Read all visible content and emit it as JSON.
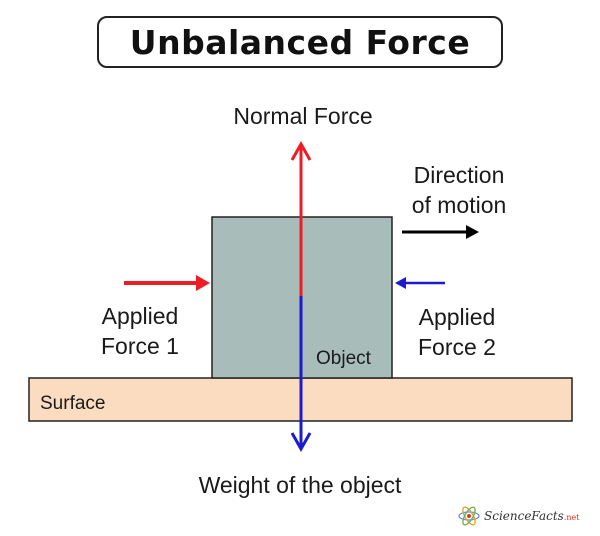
{
  "title": "Unbalanced Force",
  "labels": {
    "normal_force": "Normal Force",
    "direction_line1": "Direction",
    "direction_line2": "of motion",
    "applied_left_line1": "Applied",
    "applied_left_line2": "Force 1",
    "applied_right_line1": "Applied",
    "applied_right_line2": "Force 2",
    "object": "Object",
    "surface": "Surface",
    "weight": "Weight of the object"
  },
  "logo": {
    "name": "ScienceFacts",
    "suffix": ".net"
  },
  "colors": {
    "object_fill": "#a8bcba",
    "surface_fill": "#fbdcc0",
    "normal_arrow": "#ee1c24",
    "weight_arrow": "#1c1ccc",
    "applied_left_arrow": "#ee1c24",
    "applied_right_arrow": "#1c1ccc",
    "motion_arrow": "#000000"
  }
}
